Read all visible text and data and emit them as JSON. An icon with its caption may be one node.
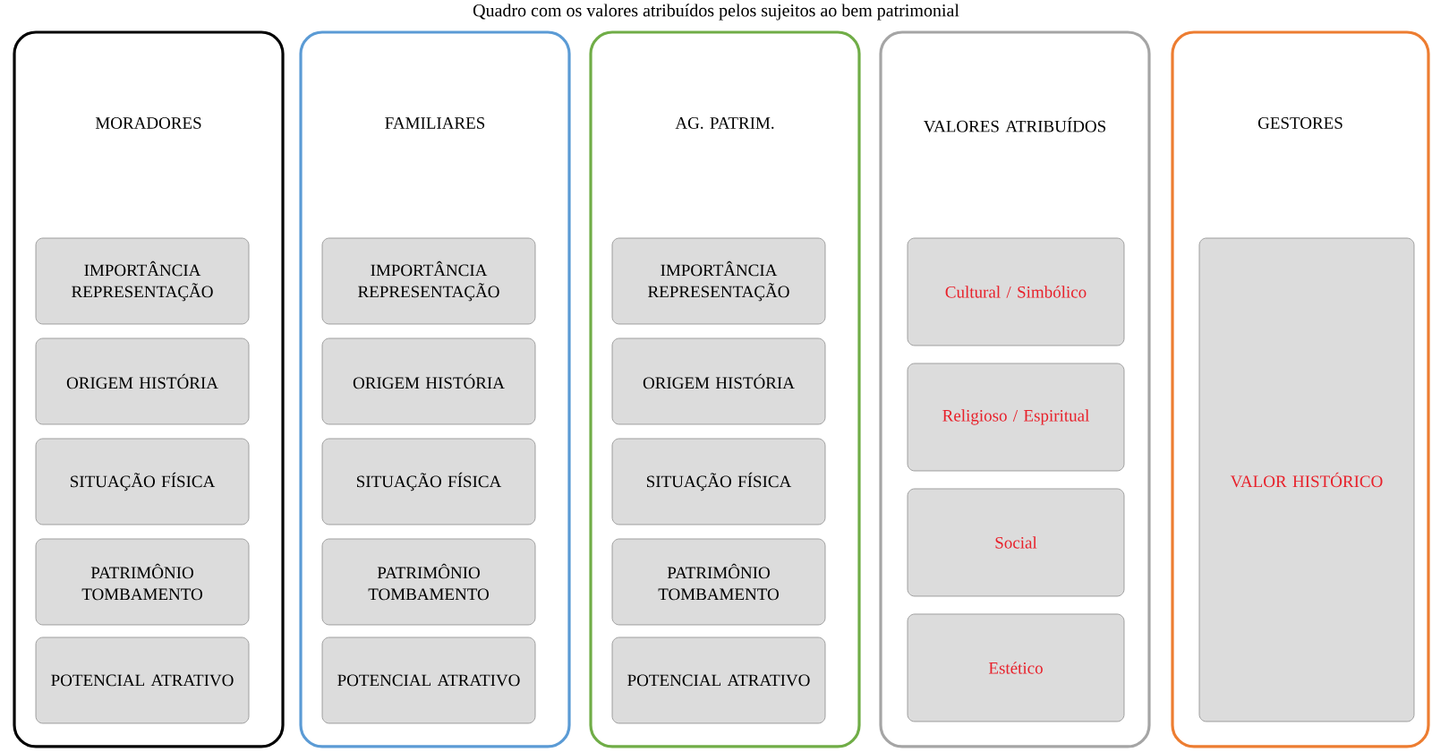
{
  "diagram": {
    "title": "Quadro com os valores atribuídos pelos sujeitos ao bem patrimonial",
    "nodes": [
      {
        "text": [
          "MORADORES"
        ]
      },
      {
        "text": [
          "IMPORTÂNCIA REPRESENTAÇÃO"
        ],
        "in": 0
      },
      {
        "text": [
          "ORIGEM HISTÓRIA"
        ],
        "in": 0
      },
      {
        "text": [
          "SITUAÇÃO FÍSICA"
        ],
        "in": 0
      },
      {
        "text": [
          "PATRIMÔNIO TOMBAMENTO"
        ],
        "in": 0
      },
      {
        "text": [
          "POTENCIAL ATRATIVO"
        ],
        "in": 0
      },
      {
        "text": [
          "FAMILIARES"
        ]
      },
      {
        "text": [
          "IMPORTÂNCIA REPRESENTAÇÃO"
        ],
        "in": 6
      },
      {
        "text": [
          "ORIGEM HISTÓRIA"
        ],
        "in": 6
      },
      {
        "text": [
          "SITUAÇÃO FÍSICA"
        ],
        "in": 6
      },
      {
        "text": [
          "PATRIMÔNIO TOMBAMENTO"
        ],
        "in": 6
      },
      {
        "text": [
          "POTENCIAL ATRATIVO"
        ],
        "in": 6
      },
      {
        "text": [
          "AG. PATRIM."
        ]
      },
      {
        "text": [
          "IMPORTÂNCIA REPRESENTAÇÃO"
        ],
        "in": 12
      },
      {
        "text": [
          "ORIGEM HISTÓRIA"
        ],
        "in": 12
      },
      {
        "text": [
          "SITUAÇÃO FÍSICA"
        ],
        "in": 12
      },
      {
        "text": [
          "PATRIMÔNIO TOMBAMENTO"
        ],
        "in": 12
      },
      {
        "text": [
          "POTENCIAL ATRATIVO"
        ],
        "in": 12
      },
      {
        "text": [
          "VALORES ATRIBUÍDOS"
        ]
      },
      {
        "text": [
          "Cultural / Simbólico"
        ],
        "in": 18
      },
      {
        "text": [
          "Religioso / Espiritual"
        ],
        "in": 18
      },
      {
        "text": [
          "Social"
        ],
        "in": 18
      },
      {
        "text": [
          "Estético"
        ],
        "in": 18
      },
      {
        "text": [
          "GESTORES"
        ]
      },
      {
        "text": [
          "VALOR HISTÓRICO"
        ],
        "in": 23
      }
    ]
  }
}
